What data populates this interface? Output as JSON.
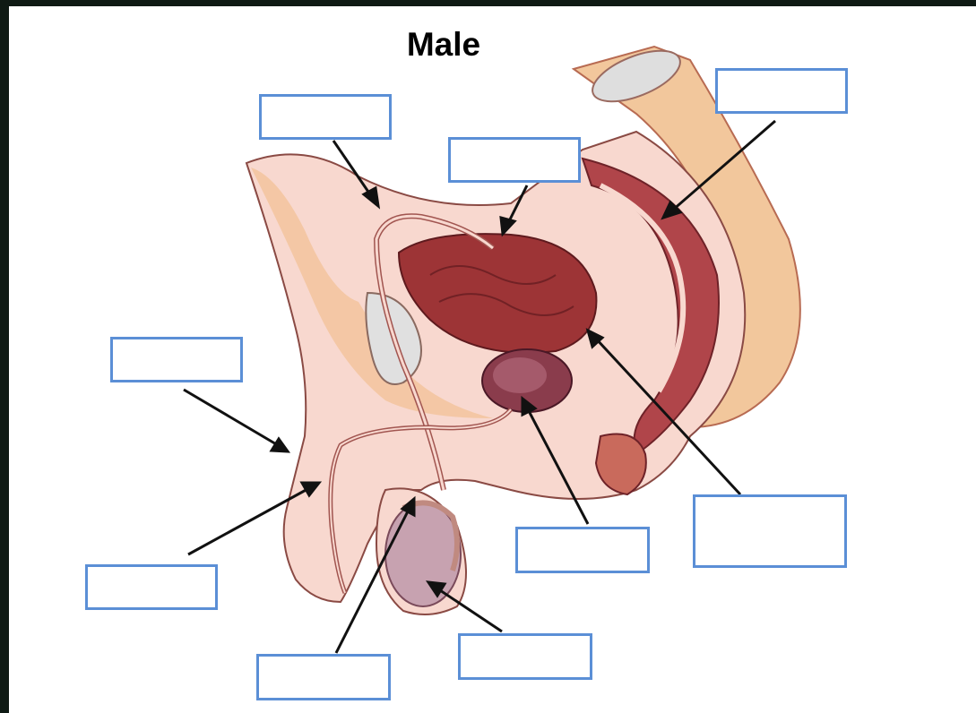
{
  "title": "Male",
  "colors": {
    "label_border": "#5b8fd6",
    "arrow": "#111111",
    "skin": "#f6d1c7",
    "fat": "#f3c39a",
    "organ": "#9d3436",
    "bladder": "#8a3c4c",
    "testis": "#c7a2b0",
    "background": "#0f1a14"
  },
  "labels": [
    {
      "id": "label-top-center-left",
      "text": ""
    },
    {
      "id": "label-top-center",
      "text": ""
    },
    {
      "id": "label-top-right",
      "text": ""
    },
    {
      "id": "label-mid-left",
      "text": ""
    },
    {
      "id": "label-bottom-left",
      "text": ""
    },
    {
      "id": "label-bottom-center-left",
      "text": ""
    },
    {
      "id": "label-bottom-center",
      "text": ""
    },
    {
      "id": "label-mid-bottom-center",
      "text": ""
    },
    {
      "id": "label-bottom-right",
      "text": ""
    }
  ]
}
